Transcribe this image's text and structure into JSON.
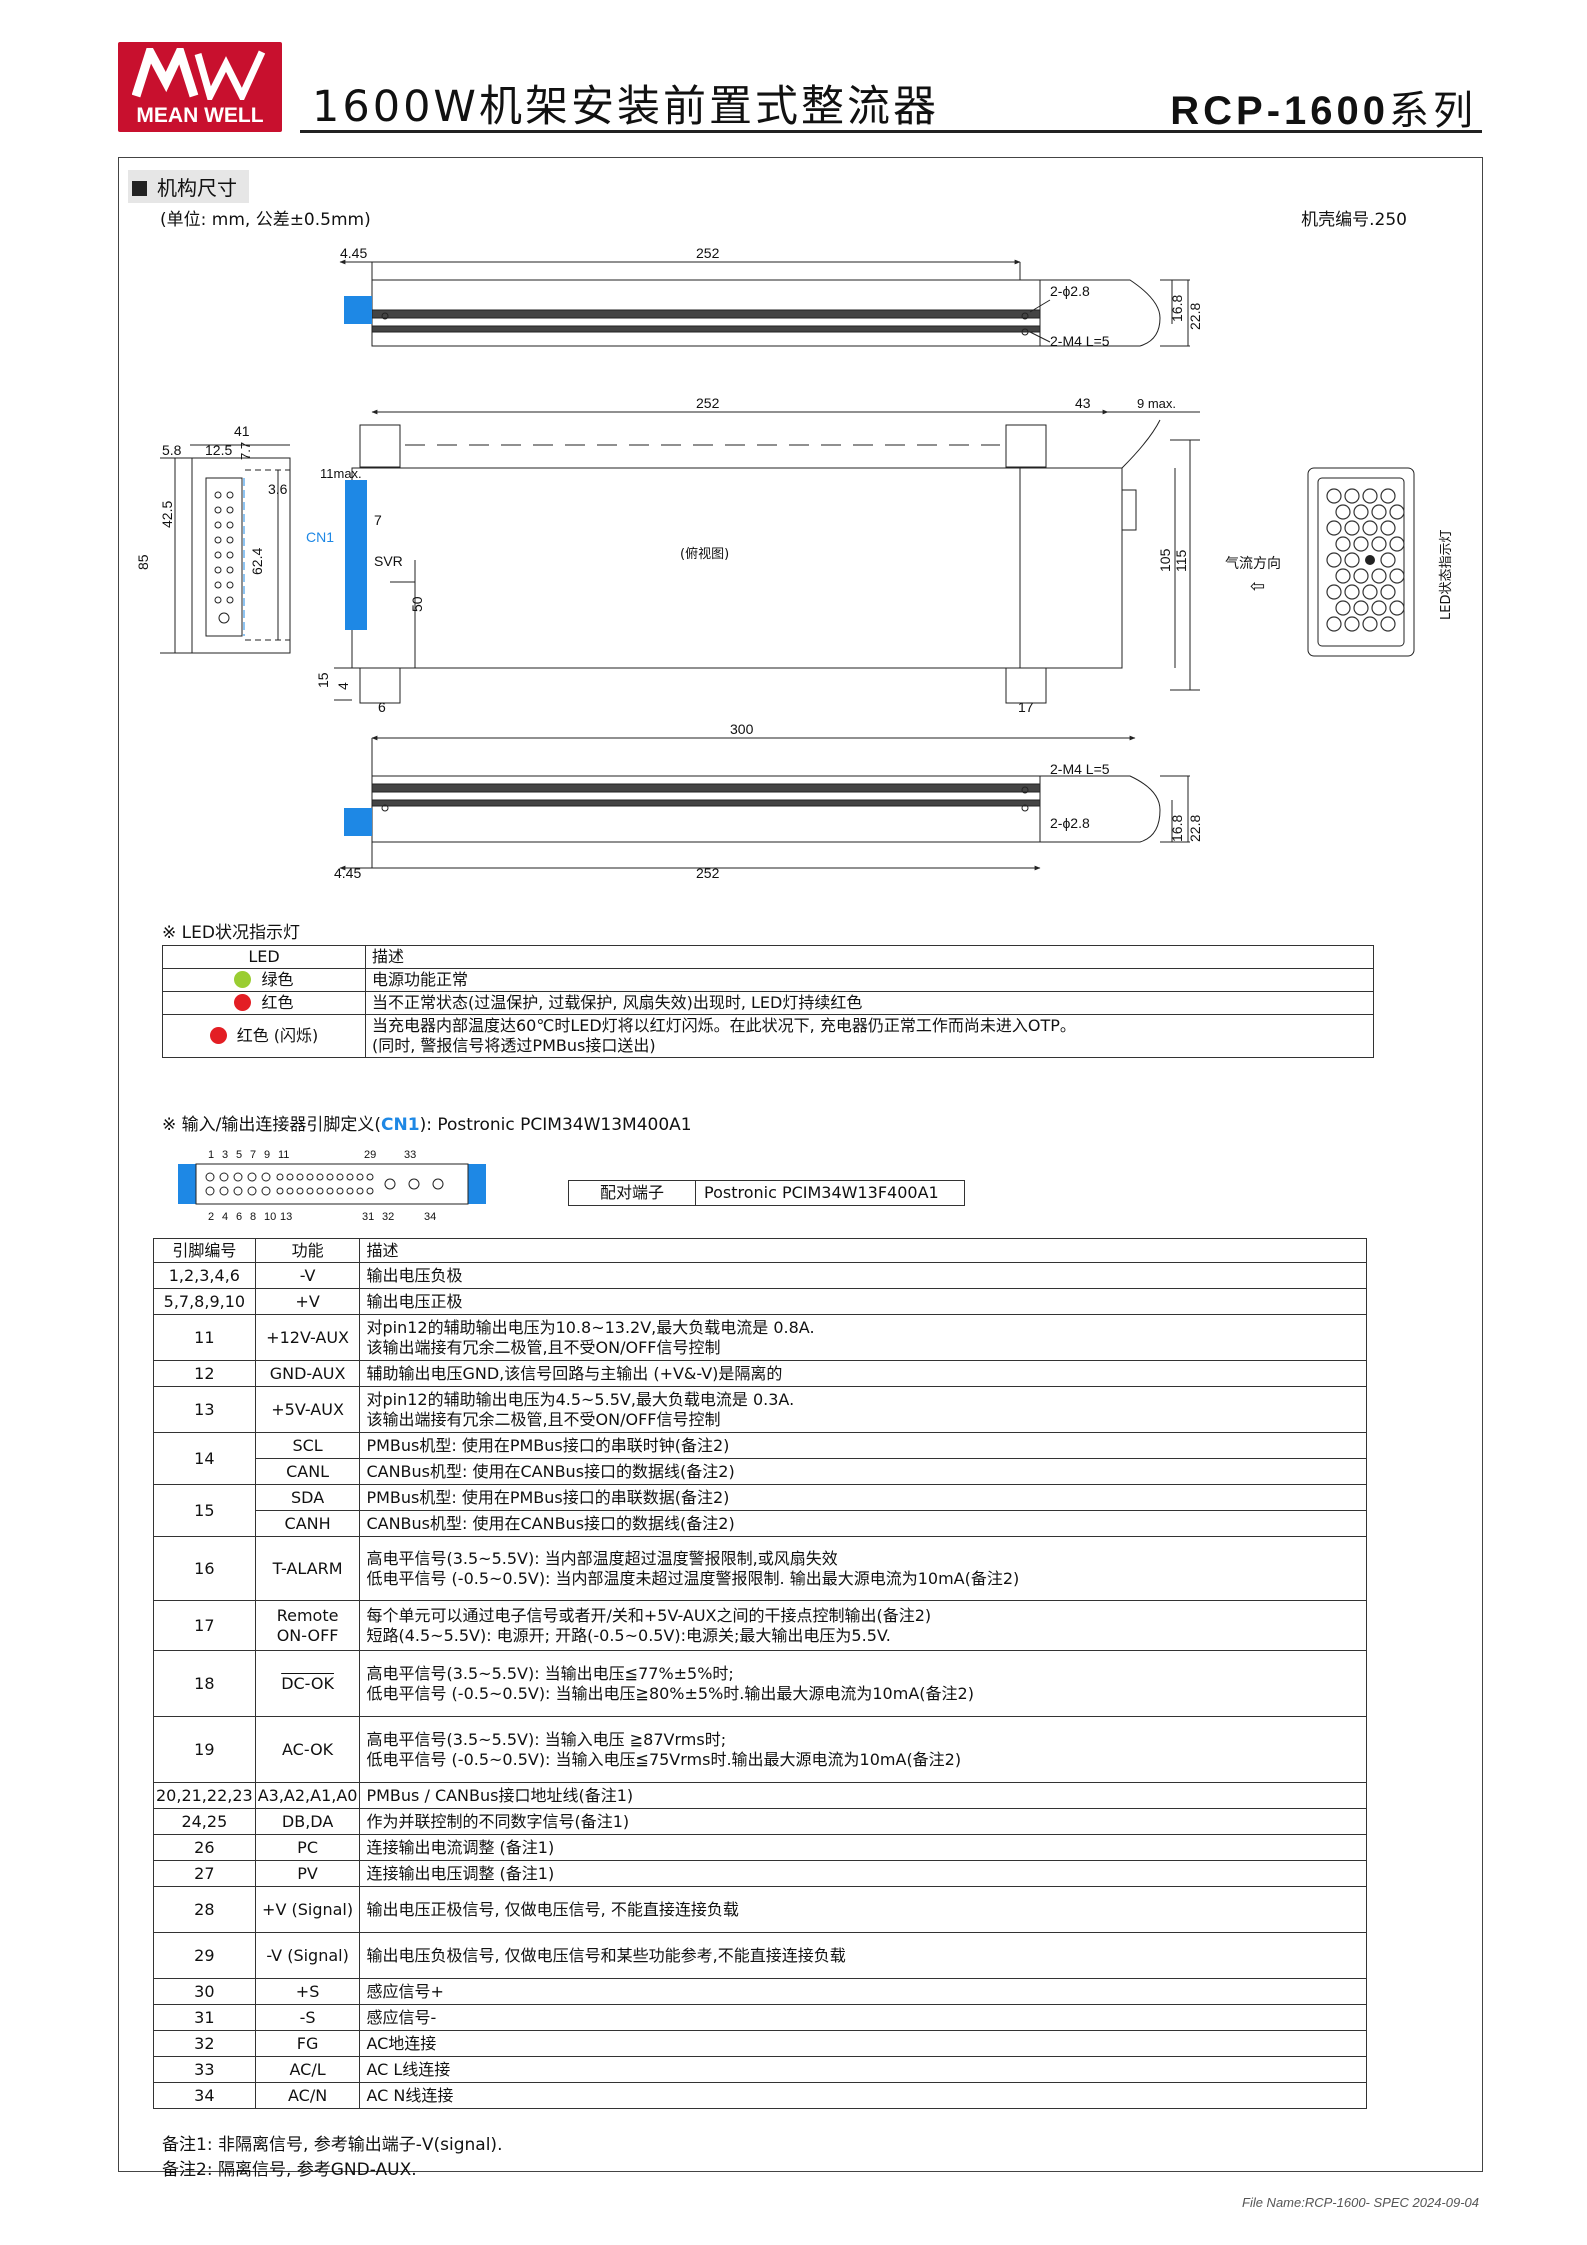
{
  "header": {
    "logo_text": "MEAN WELL",
    "title": "1600W机架安装前置式整流器",
    "series_model": "RCP-1600",
    "series_suffix": "系列"
  },
  "section": {
    "title": "机构尺寸",
    "units": "(单位: mm, 公差±0.5mm)",
    "case_no": "机壳编号.250"
  },
  "drawing": {
    "top_view": {
      "d_left": "4.45",
      "d_len": "252",
      "hole_label": "2-ϕ2.8",
      "screw_label": "2-M4  L=5",
      "h1": "16.8",
      "h2": "22.8"
    },
    "plan_view": {
      "len": "252",
      "rear": "43",
      "max": "9 max.",
      "label": "(俯视图)",
      "h_total": "115",
      "h_inner": "105",
      "w50": "50",
      "d7": "7",
      "d11": "11max.",
      "d15": "15",
      "d4": "4",
      "d6": "6",
      "d17": "17",
      "svr": "SVR"
    },
    "front_view": {
      "w41": "41",
      "w58": "5.8",
      "w125": "12.5",
      "w77": "7.7",
      "h425": "42.5",
      "h36": "3.6",
      "h624": "62.4",
      "h85": "85",
      "cn1": "CN1"
    },
    "airflow_label": "气流方向",
    "led_side_label": "LED状态指示灯",
    "bottom_view": {
      "len": "300",
      "d_left": "4.45",
      "d_len": "252",
      "screw_label": "2-M4  L=5",
      "hole_label": "2-ϕ2.8",
      "h1": "16.8",
      "h2": "22.8"
    }
  },
  "led_section": {
    "title": "※ LED状况指示灯",
    "headers": [
      "LED",
      "描述"
    ],
    "rows": [
      {
        "color": "#9acd32",
        "led": "绿色",
        "desc": "电源功能正常"
      },
      {
        "color": "#e31e24",
        "led": "红色",
        "desc": "当不正常状态(过温保护, 过载保护, 风扇失效)出现时, LED灯持续红色"
      },
      {
        "color": "#e31e24",
        "led": "红色 (闪烁)",
        "desc": "当充电器内部温度达60℃时LED灯将以红灯闪烁。在此状况下, 充电器仍正常工作而尚未进入OTP。",
        "desc2": "(同时, 警报信号将透过PMBus接口送出)"
      }
    ]
  },
  "connector": {
    "title_prefix": "※ 输入/输出连接器引脚定义(",
    "title_cn1": "CN1",
    "title_suffix": "):  Postronic PCIM34W13M400A1",
    "top_pins": [
      "1",
      "3",
      "5",
      "7",
      "9",
      "11",
      "29",
      "33"
    ],
    "bottom_pins": [
      "2",
      "4",
      "6",
      "8",
      "10",
      "13",
      "31",
      "32",
      "34"
    ],
    "mate_label": "配对端子",
    "mate_value": "Postronic PCIM34W13F400A1"
  },
  "pin_table": {
    "headers": [
      "引脚编号",
      "功能",
      "描述"
    ],
    "r1": {
      "pin": "1,2,3,4,6",
      "fn": "-V",
      "desc": "输出电压负极"
    },
    "r2": {
      "pin": "5,7,8,9,10",
      "fn": "+V",
      "desc": "输出电压正极"
    },
    "r3": {
      "pin": "11",
      "fn": "+12V-AUX",
      "d1": "对pin12的辅助输出电压为10.8~13.2V,最大负载电流是 0.8A.",
      "d2": "该输出端接有冗余二极管,且不受ON/OFF信号控制"
    },
    "r4": {
      "pin": "12",
      "fn": "GND-AUX",
      "desc": "辅助输出电压GND,该信号回路与主输出 (+V&-V)是隔离的"
    },
    "r5": {
      "pin": "13",
      "fn": "+5V-AUX",
      "d1": "对pin12的辅助输出电压为4.5~5.5V,最大负载电流是 0.3A.",
      "d2": "该输出端接有冗余二极管,且不受ON/OFF信号控制"
    },
    "r6": {
      "pin": "14",
      "fn_a": "SCL",
      "desc_a": "PMBus机型: 使用在PMBus接口的串联时钟(备注2)",
      "fn_b": "CANL",
      "desc_b": "CANBus机型: 使用在CANBus接口的数据线(备注2)"
    },
    "r7": {
      "pin": "15",
      "fn_a": "SDA",
      "desc_a": "PMBus机型: 使用在PMBus接口的串联数据(备注2)",
      "fn_b": "CANH",
      "desc_b": "CANBus机型: 使用在CANBus接口的数据线(备注2)"
    },
    "r8": {
      "pin": "16",
      "fn": "T-ALARM",
      "d1": "高电平信号(3.5~5.5V): 当内部温度超过温度警报限制,或风扇失效",
      "d2": "低电平信号 (-0.5~0.5V): 当内部温度未超过温度警报限制. 输出最大源电流为10mA(备注2)"
    },
    "r9": {
      "pin": "17",
      "fn1": "Remote",
      "fn2": "ON-OFF",
      "d1": "每个单元可以通过电子信号或者开/关和+5V-AUX之间的干接点控制输出(备注2)",
      "d2": "短路(4.5~5.5V): 电源开; 开路(-0.5~0.5V):电源关;最大输出电压为5.5V."
    },
    "r10": {
      "pin": "18",
      "fn": "DC-OK",
      "d1": "高电平信号(3.5~5.5V): 当输出电压≦77%±5%时;",
      "d2": "低电平信号 (-0.5~0.5V): 当输出电压≧80%±5%时.输出最大源电流为10mA(备注2)"
    },
    "r11": {
      "pin": "19",
      "fn": "AC-OK",
      "d1": "高电平信号(3.5~5.5V): 当输入电压 ≧87Vrms时;",
      "d2": "低电平信号 (-0.5~0.5V): 当输入电压≦75Vrms时.输出最大源电流为10mA(备注2)"
    },
    "r12": {
      "pin": "20,21,22,23",
      "fn": "A3,A2,A1,A0",
      "desc": "PMBus / CANBus接口地址线(备注1)"
    },
    "r13": {
      "pin": "24,25",
      "fn": "DB,DA",
      "desc": "作为并联控制的不同数字信号(备注1)"
    },
    "r14": {
      "pin": "26",
      "fn": "PC",
      "desc": "连接输出电流调整 (备注1)"
    },
    "r15": {
      "pin": "27",
      "fn": "PV",
      "desc": "连接输出电压调整 (备注1)"
    },
    "r16": {
      "pin": "28",
      "fn": "+V (Signal)",
      "desc": "输出电压正极信号, 仅做电压信号, 不能直接连接负载"
    },
    "r17": {
      "pin": "29",
      "fn": "-V (Signal)",
      "desc": "输出电压负极信号, 仅做电压信号和某些功能参考,不能直接连接负载"
    },
    "r18": {
      "pin": "30",
      "fn": "+S",
      "desc": "感应信号+"
    },
    "r19": {
      "pin": "31",
      "fn": "-S",
      "desc": "感应信号-"
    },
    "r20": {
      "pin": "32",
      "fn": "FG",
      "desc": "AC地连接"
    },
    "r21": {
      "pin": "33",
      "fn": "AC/L",
      "desc": "AC L线连接"
    },
    "r22": {
      "pin": "34",
      "fn": "AC/N",
      "desc": "AC N线连接"
    }
  },
  "notes": {
    "n1": "备注1: 非隔离信号, 参考输出端子-V(signal).",
    "n2": "备注2: 隔离信号, 参考GND-AUX."
  },
  "footer": "File Name:RCP-1600- SPEC 2024-09-04"
}
